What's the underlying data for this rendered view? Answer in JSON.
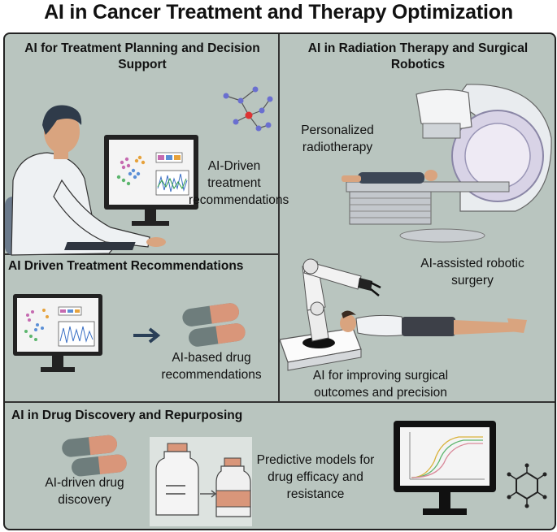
{
  "title": "AI in Cancer Treatment and Therapy Optimization",
  "panels": {
    "planning": {
      "title": "AI for Treatment Planning and Decision Support",
      "caption": "AI-Driven treatment recommendations"
    },
    "radiation": {
      "title": "AI in Radiation Therapy and Surgical Robotics",
      "personalized": "Personalized radiotherapy",
      "robotic": "AI-assisted robotic surgery",
      "outcomes": "AI for improving surgical outcomes and precision"
    },
    "recommend": {
      "title": "AI Driven Treatment Recommendations",
      "caption": "AI-based drug recommendations"
    },
    "discovery": {
      "title": "AI in Drug Discovery and Repurposing",
      "drug_caption": "AI-driven drug discovery",
      "models_caption": "Predictive models for drug efficacy and resistance"
    }
  },
  "colors": {
    "panel_bg": "#b9c5bf",
    "capsule_orange": "#d9967a",
    "capsule_grey": "#6e7d7c",
    "arrow": "#2a3f57"
  }
}
